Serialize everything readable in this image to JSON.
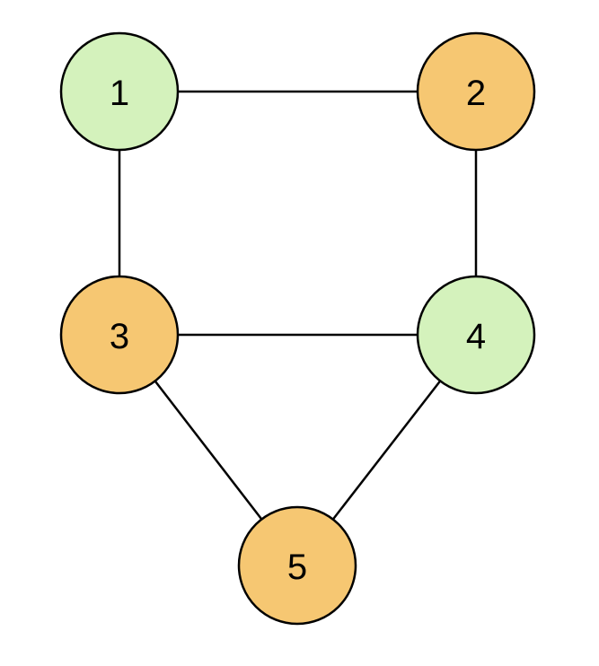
{
  "graph": {
    "colors": {
      "green": "#d4f2bc",
      "orange": "#f6c772"
    },
    "nodes": [
      {
        "id": "1",
        "label": "1",
        "color": "green"
      },
      {
        "id": "2",
        "label": "2",
        "color": "orange"
      },
      {
        "id": "3",
        "label": "3",
        "color": "orange"
      },
      {
        "id": "4",
        "label": "4",
        "color": "green"
      },
      {
        "id": "5",
        "label": "5",
        "color": "orange"
      }
    ],
    "edges": [
      {
        "from": "1",
        "to": "2"
      },
      {
        "from": "1",
        "to": "3"
      },
      {
        "from": "2",
        "to": "4"
      },
      {
        "from": "3",
        "to": "4"
      },
      {
        "from": "3",
        "to": "5"
      },
      {
        "from": "4",
        "to": "5"
      }
    ]
  }
}
